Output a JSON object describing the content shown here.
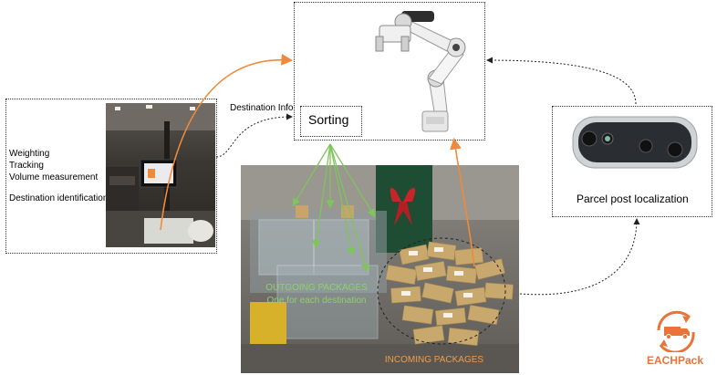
{
  "left_panel": {
    "lines": [
      "Weighting",
      "Tracking",
      "Volume measurement",
      "Destination identification"
    ]
  },
  "destination_info": "Destination Info",
  "sorting": "Sorting",
  "camera_label": "Parcel post localization",
  "photo": {
    "outgoing_line1": "OUTGOING PACKAGES",
    "outgoing_line2": "One for each destination",
    "incoming": "INCOMING PACKAGES"
  },
  "logo_text": "EACHPack",
  "colors": {
    "orange": "#f08a3a",
    "green": "#7ec55a",
    "brand": "#e8743a",
    "photo_green_text": "#8fd06a",
    "photo_orange_text": "#f29a4a"
  }
}
